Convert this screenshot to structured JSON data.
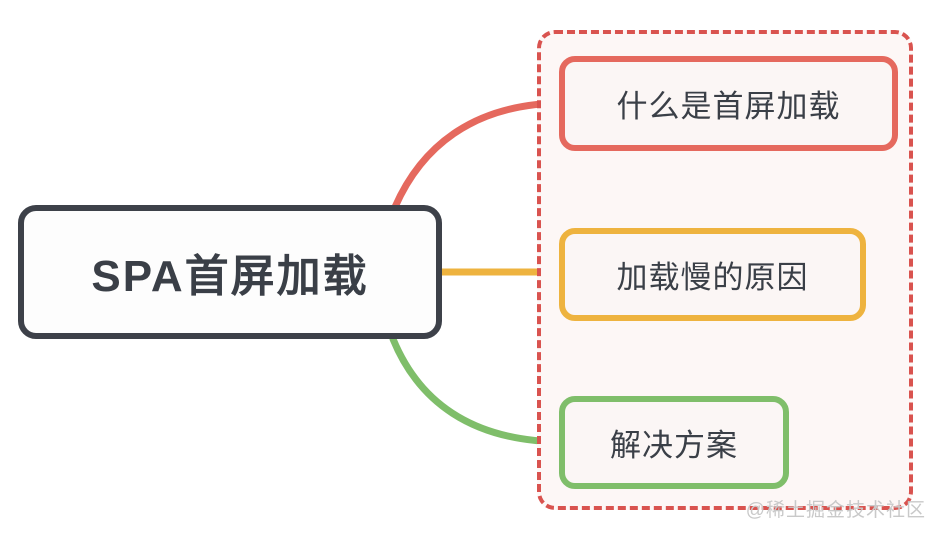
{
  "diagram": {
    "type": "mindmap",
    "root": {
      "label": "SPA首屏加载",
      "color": "#3d4149"
    },
    "group": {
      "name": "dashed-group-container",
      "border_color": "#d9534f",
      "fill_color": "#fdf7f6",
      "border_style": "dashed"
    },
    "children": [
      {
        "label": "什么是首屏加载",
        "color": "#e5695e",
        "connector": "curve-up"
      },
      {
        "label": "加载慢的原因",
        "color": "#eeb33f",
        "connector": "straight"
      },
      {
        "label": "解决方案",
        "color": "#7fbe6a",
        "connector": "curve-down"
      }
    ]
  },
  "watermark": {
    "text": "@稀土掘金技术社区",
    "color": "#c9c9c9"
  }
}
